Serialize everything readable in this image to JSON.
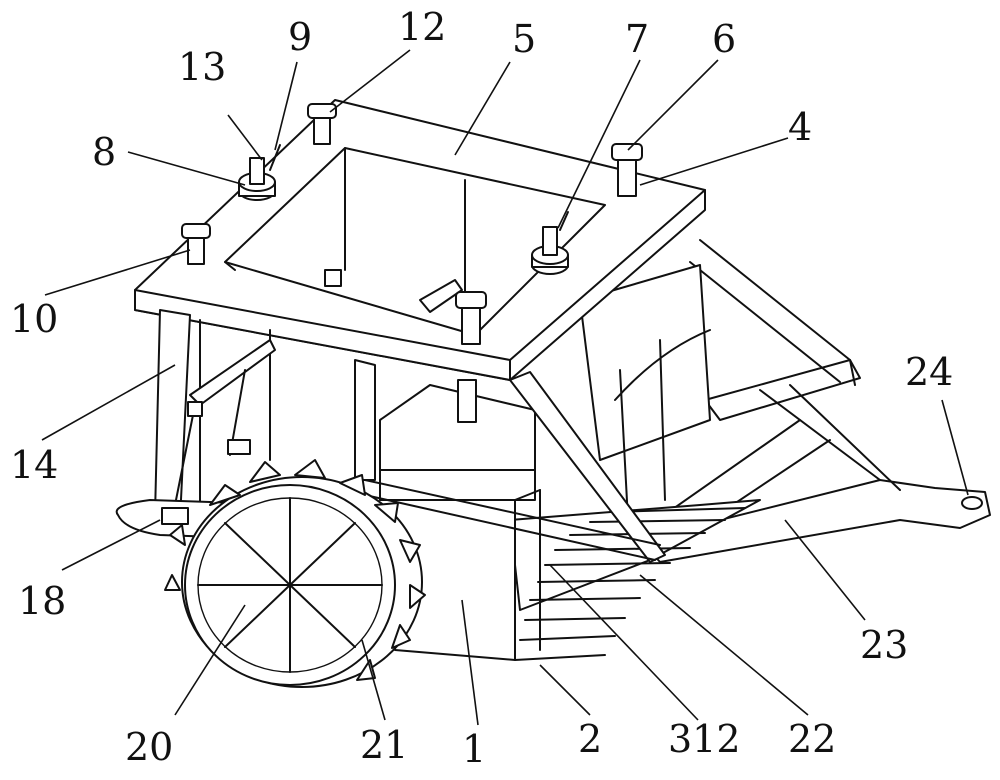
{
  "figure": {
    "stroke_color": "#111111",
    "background": "#ffffff",
    "labels": [
      "13",
      "9",
      "12",
      "5",
      "7",
      "6",
      "4",
      "8",
      "10",
      "14",
      "18",
      "20",
      "21",
      "1",
      "2",
      "312",
      "22",
      "23",
      "24"
    ]
  }
}
